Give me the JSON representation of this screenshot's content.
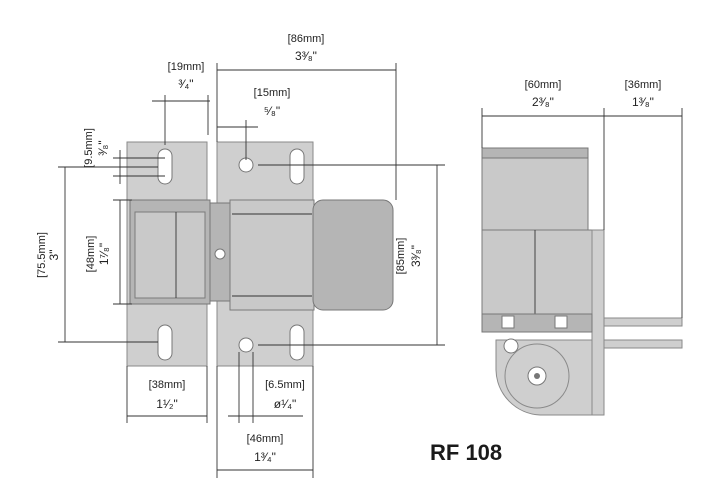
{
  "model": "RF 108",
  "front_view": {
    "overall_width": {
      "mm": "[86mm]",
      "inch": "3³⁄₈\""
    },
    "slot_offset": {
      "mm": "[19mm]",
      "inch": "³⁄₄\""
    },
    "hole_offset": {
      "mm": "[15mm]",
      "inch": "⁵⁄₈\""
    },
    "slot_height": {
      "mm": "[9.5mm]",
      "inch": "³⁄₈\""
    },
    "slot_spacing": {
      "mm": "[75.5mm]",
      "inch": "3\""
    },
    "body_height": {
      "mm": "[48mm]",
      "inch": "1⁷⁄₈\""
    },
    "overall_height": {
      "mm": "[85mm]",
      "inch": "3³⁄₈\""
    },
    "left_plate_width": {
      "mm": "[38mm]",
      "inch": "1¹⁄₂\""
    },
    "hole_diameter": {
      "mm": "[6.5mm]",
      "inch": "ø¹⁄₄\""
    },
    "right_plate_width": {
      "mm": "[46mm]",
      "inch": "1³⁄₄\""
    }
  },
  "side_view": {
    "depth": {
      "mm": "[60mm]",
      "inch": "2³⁄₈\""
    },
    "arm": {
      "mm": "[36mm]",
      "inch": "1³⁄₈\""
    }
  }
}
